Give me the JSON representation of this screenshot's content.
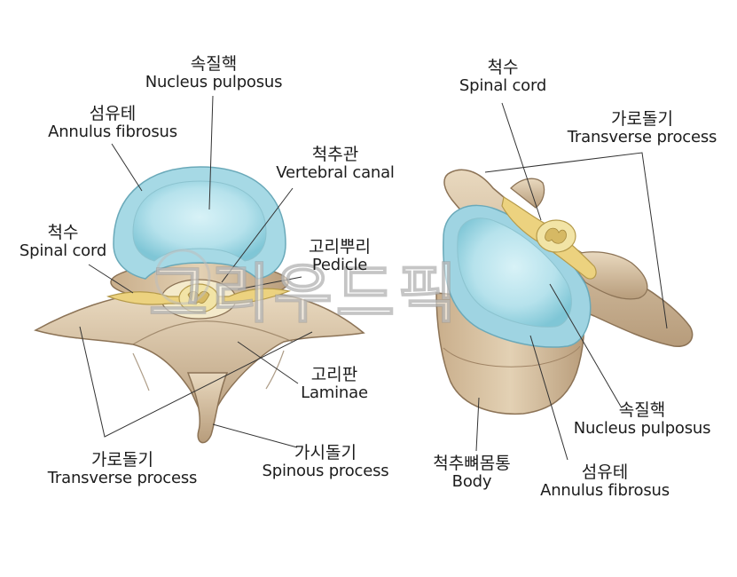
{
  "labels": {
    "left_nucleus": {
      "ko": "속질핵",
      "en": "Nucleus pulposus"
    },
    "left_annulus": {
      "ko": "섬유테",
      "en": "Annulus fibrosus"
    },
    "left_canal": {
      "ko": "척추관",
      "en": "Vertebral canal"
    },
    "left_spinal_cord": {
      "ko": "척수",
      "en": "Spinal cord"
    },
    "left_pedicle": {
      "ko": "고리뿌리",
      "en": "Pedicle"
    },
    "left_laminae": {
      "ko": "고리판",
      "en": "Laminae"
    },
    "left_transverse": {
      "ko": "가로돌기",
      "en": "Transverse process"
    },
    "left_spinous": {
      "ko": "가시돌기",
      "en": "Spinous process"
    },
    "right_spinal_cord": {
      "ko": "척수",
      "en": "Spinal cord"
    },
    "right_transverse": {
      "ko": "가로돌기",
      "en": "Transverse process"
    },
    "right_nucleus": {
      "ko": "속질핵",
      "en": "Nucleus pulposus"
    },
    "right_body": {
      "ko": "척추뼈몸통",
      "en": "Body"
    },
    "right_annulus": {
      "ko": "섬유테",
      "en": "Annulus fibrosus"
    }
  },
  "watermark": "그리우드픽",
  "colors": {
    "bone": "#dcc7a8",
    "bone_shadow": "#a88c6c",
    "disc_outer": "#a9dbe6",
    "disc_inner": "#cdeef4",
    "nerve": "#ead07a",
    "leader_line": "#333333"
  }
}
